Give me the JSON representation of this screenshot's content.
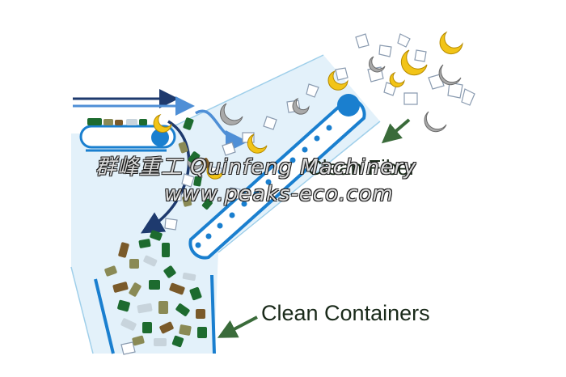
{
  "labels": {
    "clean_fiber": "Clean Fiber",
    "clean_containers": "Clean Containers"
  },
  "watermark": {
    "line1": "群峰重工 Quinfeng Machinery",
    "line2": "www.peaks-eco.com"
  },
  "colors": {
    "trough_fill": "#e3f1fa",
    "trough_outline": "#7fbde3",
    "belt_blue": "#1a7fcf",
    "arrow_dark": "#1e3a6e",
    "arrow_light": "#4f8fd6",
    "label_arrow_green": "#3a6b3a",
    "fiber_yellow": "#f2c417",
    "fiber_gray": "#a9a9a9",
    "bottle_green": "#1d6b2f",
    "bottle_olive": "#8a8a55",
    "bottle_brown": "#7a5a2a"
  }
}
